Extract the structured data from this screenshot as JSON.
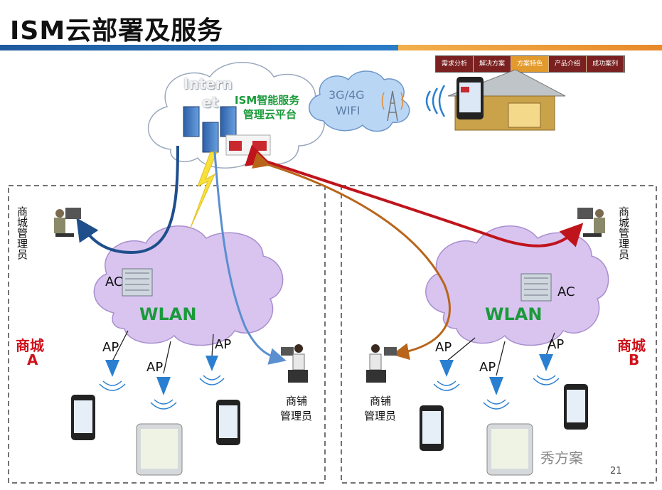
{
  "slide": {
    "title": "ISM云部署及服务",
    "page_number": "21",
    "watermark": "秀方案"
  },
  "nav": {
    "tabs": [
      {
        "label": "需求分析",
        "active": false
      },
      {
        "label": "解决方案",
        "active": false
      },
      {
        "label": "方案特色",
        "active": true
      },
      {
        "label": "产品介绍",
        "active": false
      },
      {
        "label": "成功案列",
        "active": false
      }
    ]
  },
  "cloud": {
    "internet_line1": "Intern",
    "internet_line2": "et",
    "platform_line1": "ISM智能服务",
    "platform_line2": "管理云平台",
    "mobile_line1": "3G/4G",
    "mobile_line2": "WIFI"
  },
  "mall_a": {
    "name_line1": "商城",
    "name_line2": "A",
    "wlan": "WLAN",
    "ac": "AC",
    "ap_labels": [
      "AP",
      "AP",
      "AP"
    ],
    "manager_label": "商城管理员",
    "shop_manager_line1": "商铺",
    "shop_manager_line2": "管理员"
  },
  "mall_b": {
    "name_line1": "商城",
    "name_line2": "B",
    "wlan": "WLAN",
    "ac": "AC",
    "ap_labels": [
      "AP",
      "AP",
      "AP"
    ],
    "manager_label": "商城管理员",
    "shop_manager_line1": "商铺",
    "shop_manager_line2": "管理员"
  },
  "colors": {
    "title_bar_blue": "#1f5a9e",
    "title_bar_orange": "#e8892a",
    "tab_bg": "#7a2020",
    "tab_active_bg": "#e39a2c",
    "wlan_cloud": "#d8c4ef",
    "mobile_cloud": "#b9d6f5",
    "arrow_dark_blue": "#1f4e8c",
    "arrow_light_blue": "#5b8fd0",
    "arrow_red": "#c0141c",
    "arrow_brown": "#b8651a",
    "wlan_text": "#1a9a3a",
    "mall_label": "#d0121b",
    "ap_blue": "#2a7fd0"
  }
}
